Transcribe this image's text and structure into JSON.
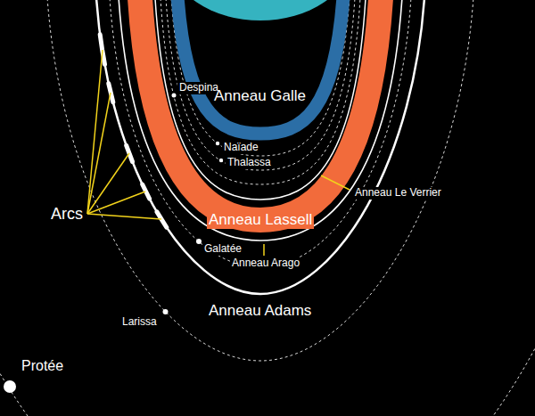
{
  "diagram": {
    "labels": [
      "Despina",
      "Anneau Galle",
      "Naïade",
      "Thalassa",
      "Anneau Le Verrier",
      "Arcs",
      "Anneau Lassell",
      "Galatée",
      "Anneau Arago",
      "Anneau Adams",
      "Larissa",
      "Protée"
    ]
  }
}
